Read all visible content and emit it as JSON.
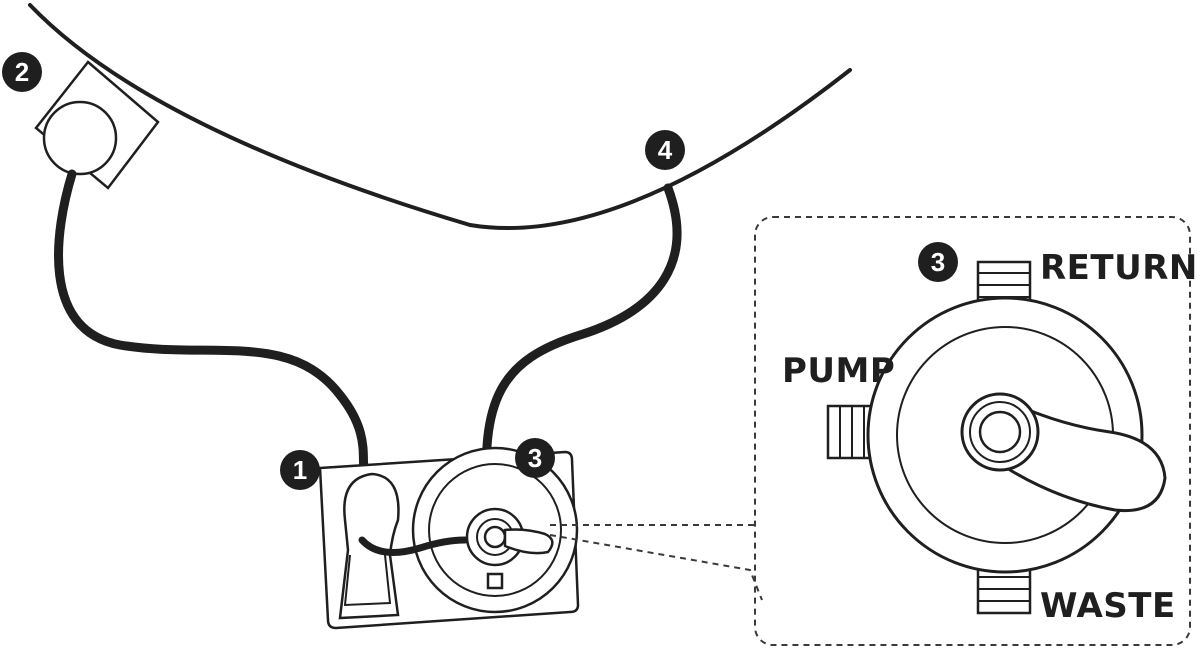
{
  "colors": {
    "line": "#1f1f1f",
    "background": "#ffffff",
    "badge_text": "#ffffff"
  },
  "badges": {
    "b1": "1",
    "b2": "2",
    "b3": "3",
    "b4": "4",
    "b3_inset": "3"
  },
  "inset_labels": {
    "return": "RETURN",
    "pump": "PUMP",
    "waste": "WASTE"
  }
}
